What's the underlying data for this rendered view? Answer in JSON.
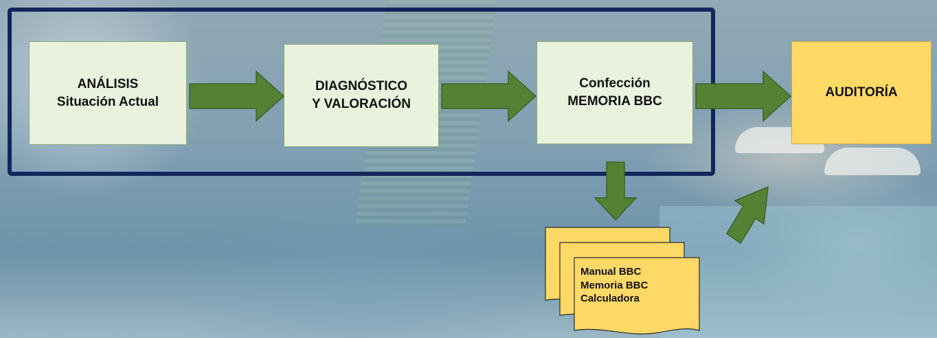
{
  "flow": {
    "step1": {
      "line1": "ANÁLISIS",
      "line2": "Situación Actual"
    },
    "step2": {
      "line1": "DIAGNÓSTICO",
      "line2": "Y VALORACIÓN"
    },
    "step3": {
      "line1": "Confección",
      "line2": "MEMORIA BBC"
    },
    "step4": {
      "line1": "AUDITORÍA"
    }
  },
  "documents": {
    "items": [
      "Manual BBC",
      "Memoria BBC",
      "Calculadora"
    ]
  },
  "colors": {
    "frame": "#13265c",
    "process_box": "#e8f2dd",
    "final_box": "#ffd966",
    "document": "#ffd966",
    "arrow": "#548235"
  }
}
